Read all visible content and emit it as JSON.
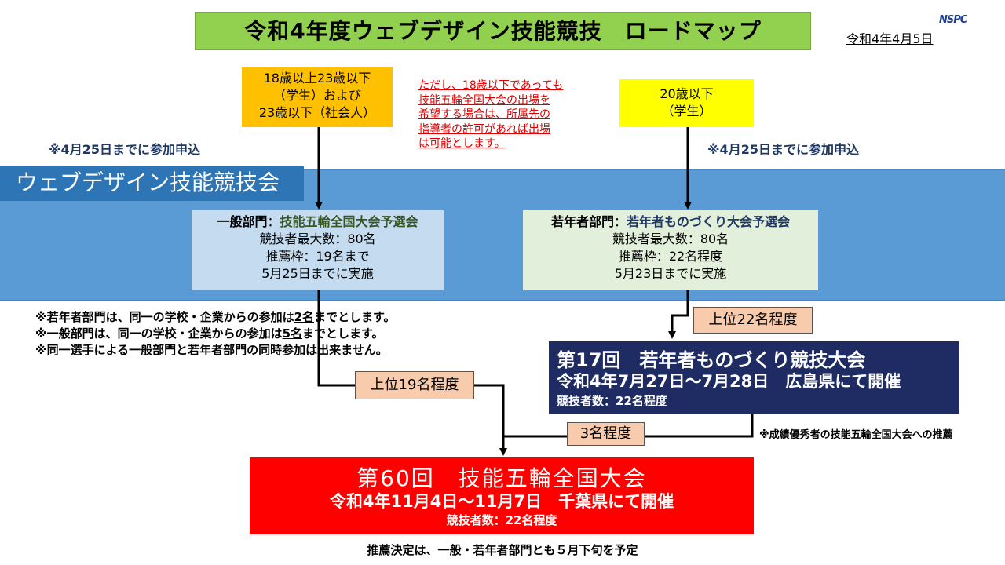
{
  "title": "令和4年度ウェブデザイン技能競技　ロードマップ",
  "date": "令和4年4月5日",
  "logo": "NSPC",
  "eligibility_general": [
    "18歳以上23歳以下",
    "（学生）および",
    "23歳以下（社会人）"
  ],
  "eligibility_youth": [
    "20歳以下",
    "（学生）"
  ],
  "red_note": [
    "ただし、18歳以下であっても",
    "技能五輪全国大会の出場を",
    "希望する場合は、所属先の",
    "指導者の許可があれば出場",
    "は可能とします。"
  ],
  "apply_left": "※4月25日までに参加申込",
  "apply_right": "※4月25日までに参加申込",
  "band_label": "ウェブデザイン技能競技会",
  "general": {
    "dept": "一般部門",
    "sep": "：",
    "event": "技能五輪全国大会予選会",
    "max": "競技者最大数：80名",
    "quota": "推薦枠：19名まで",
    "deadline": "5月25日までに実施"
  },
  "youth": {
    "dept": "若年者部門",
    "sep": "：",
    "event": "若年者ものづくり大会予選会",
    "max": "競技者最大数：80名",
    "quota": "推薦枠：22名程度",
    "deadline": "5月23日までに実施"
  },
  "notes": {
    "n1_pre": "※若年者部門は、同一の学校・企業からの参加は",
    "n1_u": "2名",
    "n1_post": "までとします。",
    "n2_pre": "※一般部門は、同一の学校・企業からの参加は",
    "n2_u": "5名",
    "n2_post": "までとします。",
    "n3_pre": "※",
    "n3_u": "同一選手による一般部門と若年者部門の同時参加は出来ません。"
  },
  "label_top22": "上位22名程度",
  "label_top19": "上位19名程度",
  "label_3": "3名程度",
  "youth_national": {
    "title": "第17回　若年者ものづくり競技大会",
    "dates": "令和4年7月27日～7月28日　広島県にて開催",
    "count": "競技者数：22名程度"
  },
  "side_note": "※成績優秀者の技能五輪全国大会への推薦",
  "skills_olympics": {
    "title": "第60回　技能五輪全国大会",
    "dates": "令和4年11月4日～11月7日　千葉県にて開催",
    "count": "競技者数：22名程度"
  },
  "bottom_note": "推薦決定は、一般・若年者部門とも５月下旬を予定",
  "colors": {
    "title_bg": "#92d050",
    "band": "#5b9bd5",
    "band_label": "#2e75b6",
    "navy": "#1f2b63",
    "red": "#ff0000",
    "peach": "#f8cbad"
  }
}
